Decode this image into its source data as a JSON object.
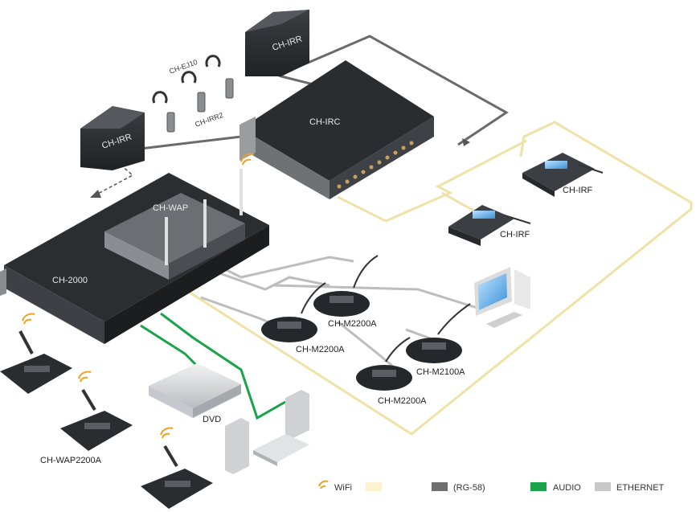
{
  "devices": {
    "irr_top": "CH-IRR",
    "irr_left": "CH-IRR",
    "ej10": "CH-EJ10",
    "irr2": "CH-IRR2",
    "irc": "CH-IRC",
    "wap": "CH-WAP",
    "main": "CH-2000",
    "irf_right": "CH-IRF",
    "irf_left": "CH-IRF",
    "m2200a_1": "CH-M2200A",
    "m2200a_2": "CH-M2200A",
    "m2200a_3": "CH-M2200A",
    "m2100a": "CH-M2100A",
    "dvd": "DVD",
    "wap2200a": "CH-WAP2200A"
  },
  "legend": [
    {
      "label": "WiFi",
      "color": "#f0a020",
      "icon": "wifi-icon"
    },
    {
      "label": "",
      "color": "#fbf3d0"
    },
    {
      "label": "(RG-58)",
      "color": "#6f6f6f"
    },
    {
      "label": "AUDIO",
      "color": "#1aa34a"
    },
    {
      "label": "ETHERNET",
      "color": "#c8c8c8"
    }
  ]
}
